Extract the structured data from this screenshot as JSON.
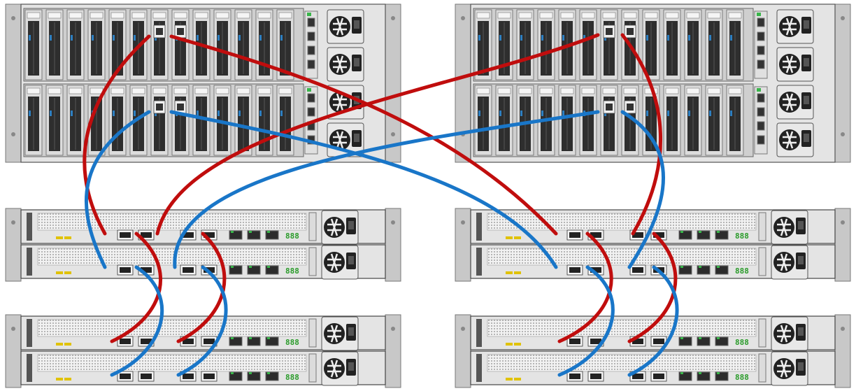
{
  "diagram": {
    "controller_chassis": [
      {
        "id": "controller-left",
        "controllers": 2,
        "io_slots_per_row": 13,
        "power_supplies": 4
      },
      {
        "id": "controller-right",
        "controllers": 2,
        "io_slots_per_row": 13,
        "power_supplies": 4
      }
    ],
    "shelves": [
      {
        "id": "shelf-stack-left-1",
        "modules": 2,
        "status_display": [
          "888",
          "888"
        ]
      },
      {
        "id": "shelf-stack-left-2",
        "modules": 2,
        "status_display": [
          "888",
          "888"
        ]
      },
      {
        "id": "shelf-stack-right-1",
        "modules": 2,
        "status_display": [
          "888",
          "888"
        ]
      },
      {
        "id": "shelf-stack-right-2",
        "modules": 2,
        "status_display": [
          "888",
          "888"
        ]
      }
    ],
    "cable_colors": {
      "path_a": "#c00d0d",
      "path_b": "#1976c8"
    },
    "chassis_colors": {
      "bezel": "#e4e4e4",
      "slot": "#2b2b2b",
      "ear": "#c8c8c8"
    }
  }
}
